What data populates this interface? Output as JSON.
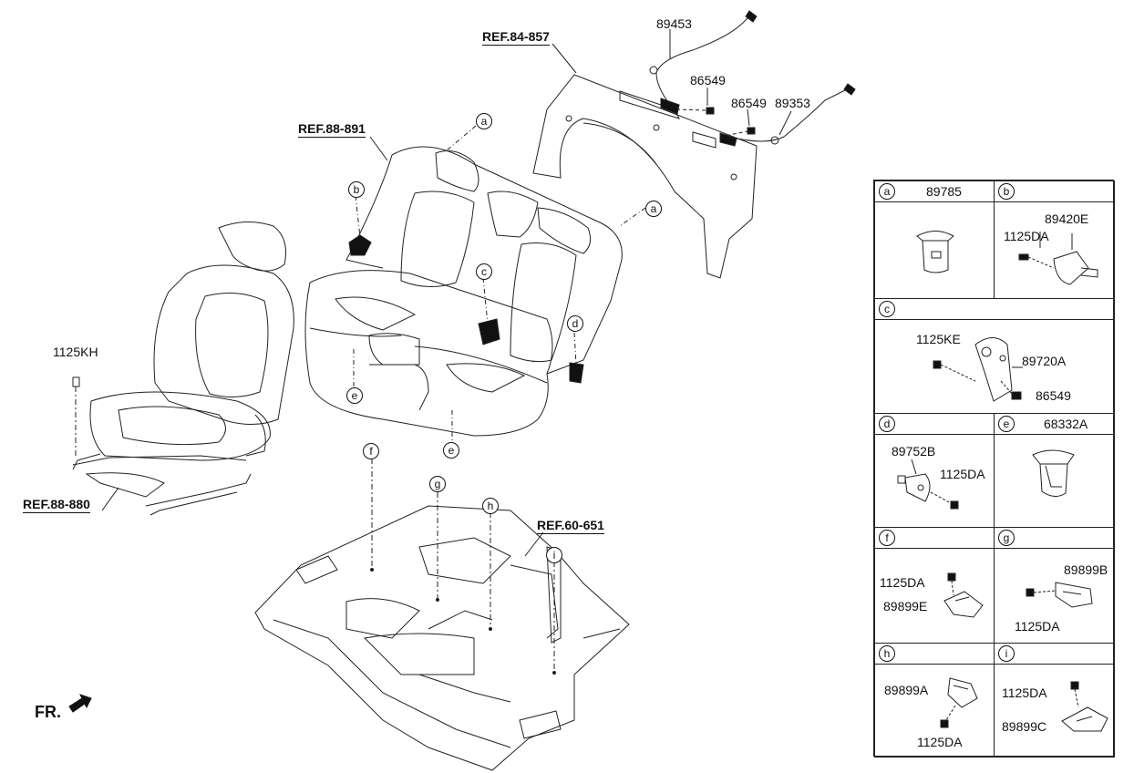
{
  "callouts": {
    "a": "a",
    "b": "b",
    "c": "c",
    "d": "d",
    "e": "e",
    "f": "f",
    "g": "g",
    "h": "h",
    "i": "i"
  },
  "references": {
    "ref_84_857": "REF.84-857",
    "ref_88_891": "REF.88-891",
    "ref_88_880": "REF.88-880",
    "ref_60_651": "REF.60-651"
  },
  "part_labels": {
    "p89453": "89453",
    "p86549_top": "86549",
    "p86549_mid": "86549",
    "p89353": "89353",
    "p1125KH": "1125KH"
  },
  "direction": {
    "label": "FR."
  },
  "legend": {
    "a": {
      "key": "a",
      "part": "89785"
    },
    "b": {
      "key": "b",
      "parts": [
        "89420E",
        "1125DA"
      ]
    },
    "c": {
      "key": "c",
      "parts": [
        "1125KE",
        "89720A",
        "86549"
      ]
    },
    "d": {
      "key": "d",
      "parts": [
        "89752B",
        "1125DA"
      ]
    },
    "e": {
      "key": "e",
      "part": "68332A"
    },
    "f": {
      "key": "f",
      "parts": [
        "1125DA",
        "89899E"
      ]
    },
    "g": {
      "key": "g",
      "parts": [
        "89899B",
        "1125DA"
      ]
    },
    "h": {
      "key": "h",
      "parts": [
        "89899A",
        "1125DA"
      ]
    },
    "i": {
      "key": "i",
      "parts": [
        "1125DA",
        "89899C"
      ]
    }
  }
}
